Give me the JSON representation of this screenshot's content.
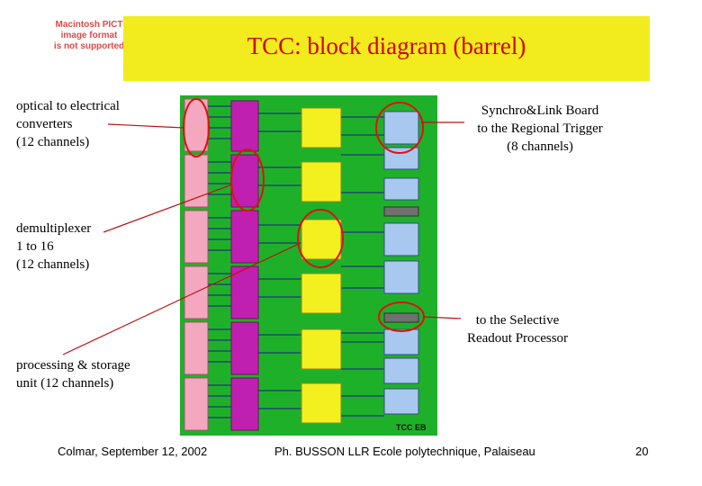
{
  "slide": {
    "title": "TCC: block diagram (barrel)",
    "pict_placeholder": [
      "Macintosh PICT",
      "image format",
      "is not supported"
    ],
    "colors": {
      "title_band": "#f2ec1e",
      "title_text": "#d40000",
      "board_bg": "#1fb02a",
      "highlight_ring": "#e01010"
    }
  },
  "labels": {
    "optical": [
      "optical to electrical",
      "converters",
      "(12 channels)"
    ],
    "demux": [
      "demultiplexer",
      "1 to 16",
      "(12 channels)"
    ],
    "processing": [
      "processing & storage",
      "unit (12 channels)"
    ],
    "synchro": [
      "Synchro&Link Board",
      "to the Regional Trigger",
      "(8 channels)"
    ],
    "selective": [
      "to the Selective",
      "Readout Processor"
    ]
  },
  "footer": {
    "venue": "Colmar, September 12, 2002",
    "author": "Ph. BUSSON LLR Ecole polytechnique, Palaiseau",
    "page": "20"
  },
  "diagram": {
    "board_label": "TCC EB"
  }
}
